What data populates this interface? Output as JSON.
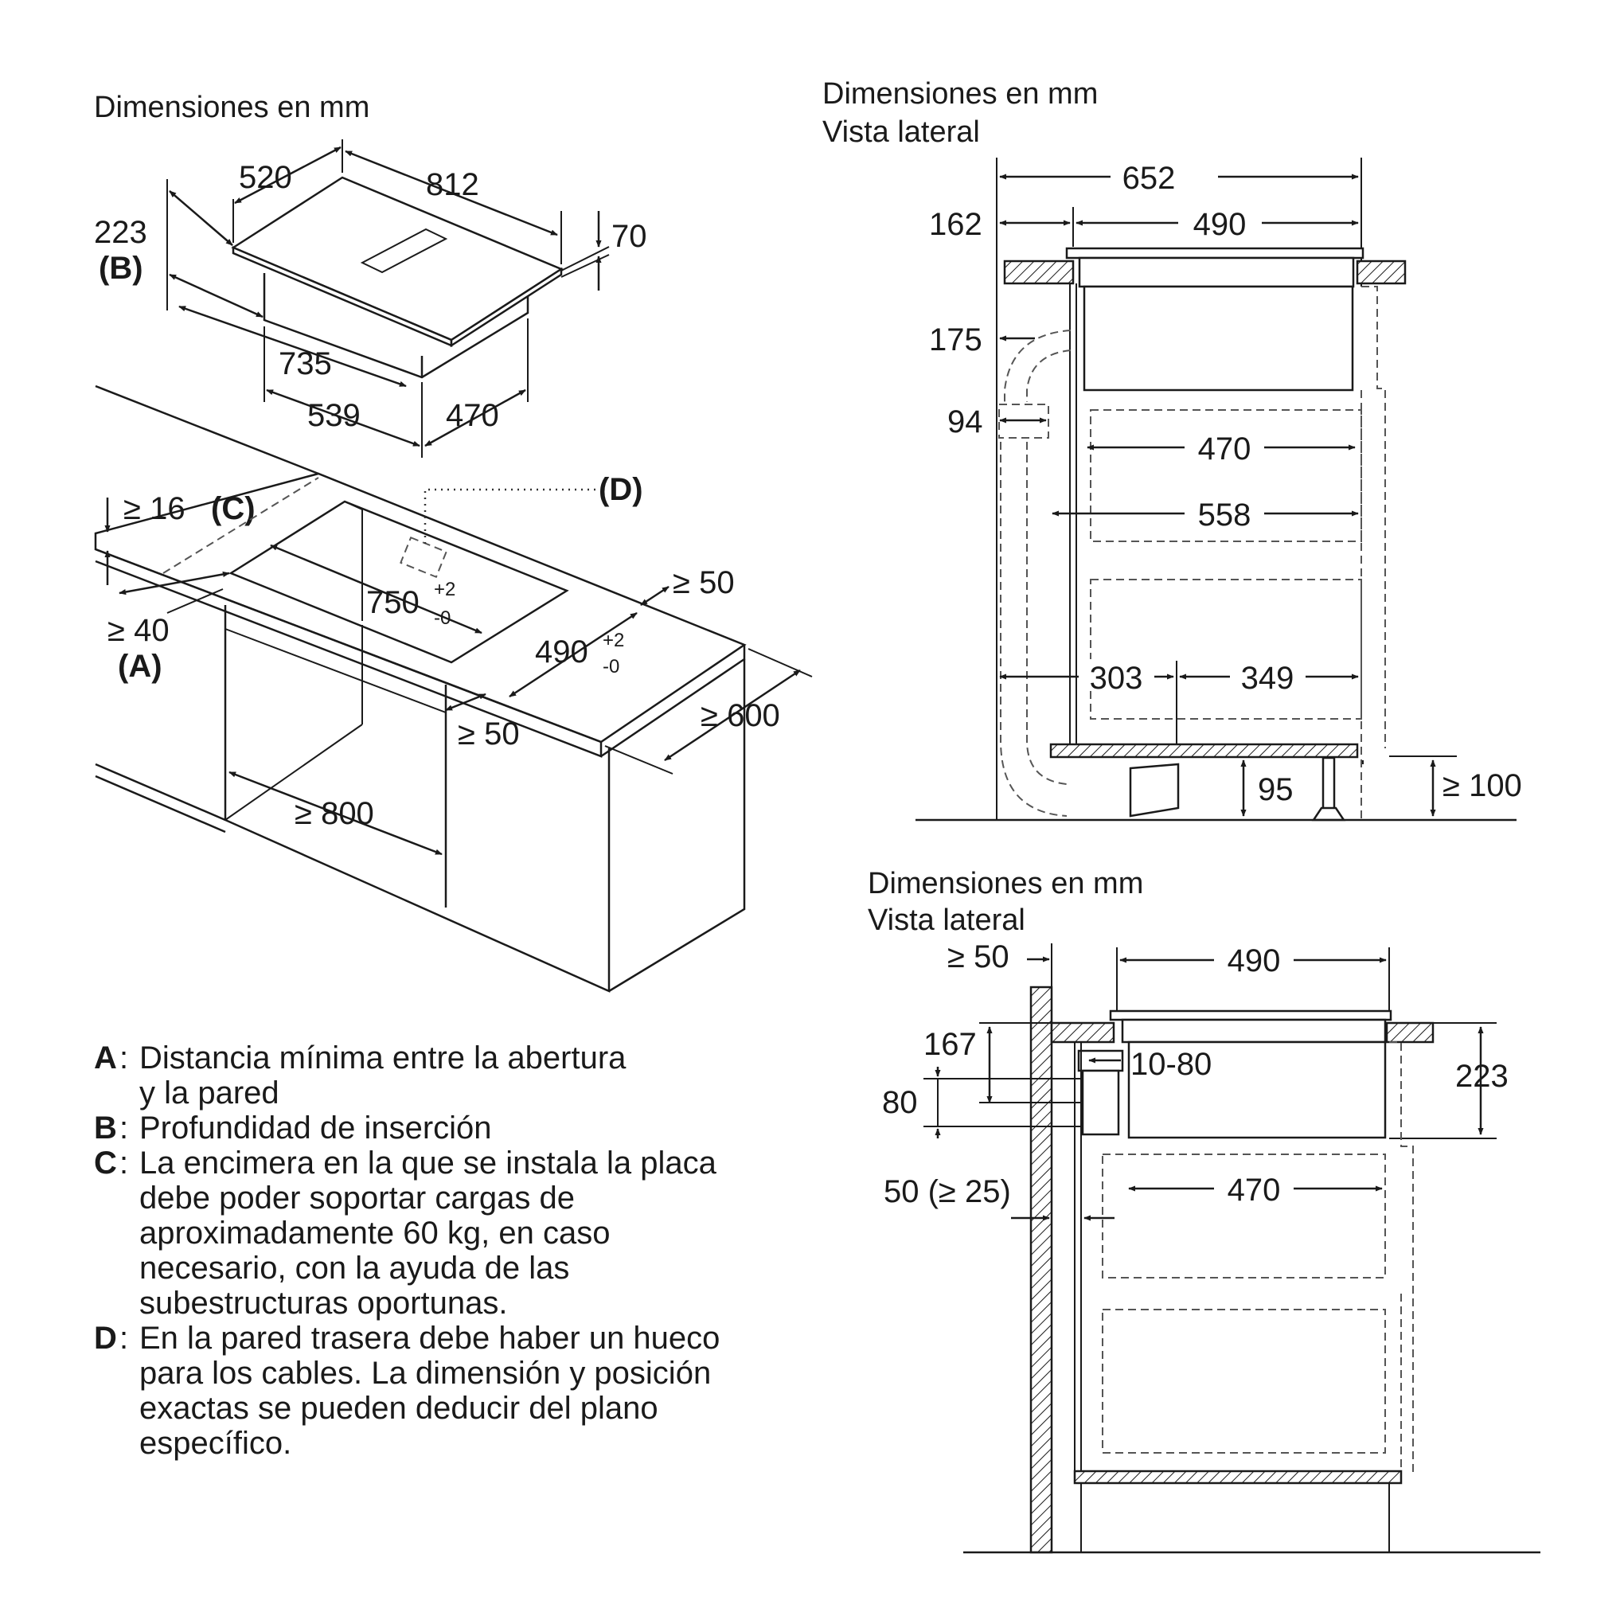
{
  "iso": {
    "heading": "Dimensiones en mm",
    "appliance": {
      "w520": "520",
      "w812": "812",
      "h223": "223",
      "h223_ref": "(B)",
      "h70": "70",
      "w735": "735",
      "w539": "539",
      "w470": "470"
    },
    "cutout": {
      "d_label": "(D)",
      "min16": "≥ 16",
      "min16_ref": "(C)",
      "min40": "≥ 40",
      "min40_ref": "(A)",
      "w750": "750",
      "w750_tol_plus": "+2",
      "w750_tol_minus": "-0",
      "w490": "490",
      "w490_tol_plus": "+2",
      "w490_tol_minus": "-0",
      "min50_right": "≥ 50",
      "min50_front": "≥ 50",
      "min600": "≥ 600",
      "min800": "≥ 800"
    }
  },
  "side1": {
    "heading": "Dimensiones en mm",
    "subheading": "Vista lateral",
    "d652": "652",
    "d162": "162",
    "d490": "490",
    "d175": "175",
    "d94": "94",
    "d470": "470",
    "d558": "558",
    "d303": "303",
    "d349": "349",
    "d95": "95",
    "d100": "≥ 100"
  },
  "side2": {
    "heading": "Dimensiones en mm",
    "subheading": "Vista lateral",
    "min50": "≥ 50",
    "d490": "490",
    "d167": "167",
    "d10_80": "10-80",
    "d223": "223",
    "d80": "80",
    "d50": "50 (≥ 25)",
    "d470": "470"
  },
  "legend": [
    {
      "key": "A",
      "lines": [
        "Distancia mínima entre la abertura",
        "y la pared"
      ]
    },
    {
      "key": "B",
      "lines": [
        "Profundidad de inserción"
      ]
    },
    {
      "key": "C",
      "lines": [
        "La encimera en la que se instala la placa",
        "debe poder soportar cargas de",
        "aproximadamente 60 kg, en caso",
        "necesario, con la ayuda de las",
        "subestructuras oportunas."
      ]
    },
    {
      "key": "D",
      "lines": [
        "En la pared trasera debe haber un hueco",
        "para los cables. La dimensión y posición",
        "exactas se pueden deducir del plano",
        "específico."
      ]
    }
  ]
}
